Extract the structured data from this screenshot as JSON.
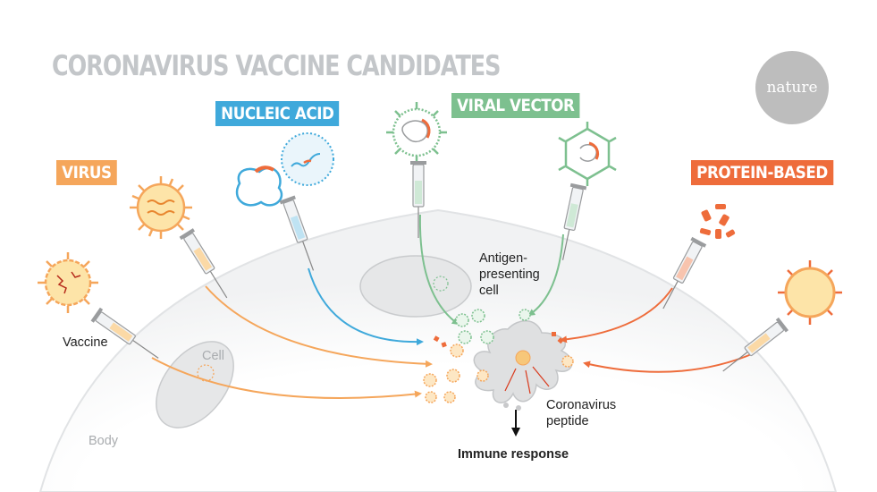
{
  "title": "CORONAVIRUS VACCINE CANDIDATES",
  "logo_text": "nature",
  "categories": {
    "virus": "VIRUS",
    "nucleic_acid": "NUCLEIC ACID",
    "viral_vector": "VIRAL VECTOR",
    "protein_based": "PROTEIN-BASED"
  },
  "labels": {
    "vaccine": "Vaccine",
    "cell": "Cell",
    "body": "Body",
    "antigen_cell": [
      "Antigen-",
      "presenting",
      "cell"
    ],
    "peptide": [
      "Coronavirus",
      "peptide"
    ],
    "immune_response": "Immune response"
  },
  "colors": {
    "virus": "#f5a65b",
    "nucleic_acid": "#3fa9db",
    "viral_vector": "#7dc08f",
    "protein_based": "#ee6c3b",
    "title": "#c3c6c9"
  }
}
